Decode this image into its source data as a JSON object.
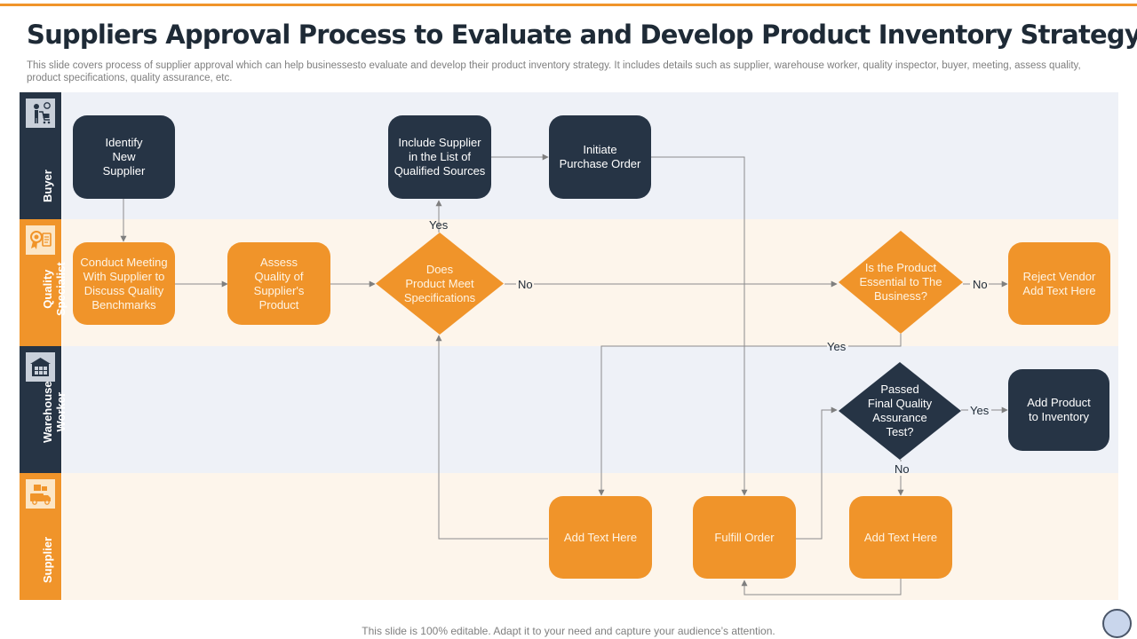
{
  "slide": {
    "title": "Suppliers Approval Process to Evaluate and Develop Product Inventory Strategy",
    "subtitle": "This slide covers process of supplier approval which can help businessesto evaluate and develop their product inventory strategy. It includes details such as supplier, warehouse worker, quality inspector, buyer, meeting, assess quality, product specifications, quality assurance, etc.",
    "footer": "This slide is 100% editable. Adapt it to your need and capture your audience’s attention."
  },
  "lanes": {
    "buyer": {
      "label": "Buyer",
      "icon": "buyer-cart-icon"
    },
    "quality": {
      "label": "Quality\nSpecialist",
      "icon": "quality-badge-icon"
    },
    "warehouse": {
      "label": "Warehouse\nWorker",
      "icon": "warehouse-icon"
    },
    "supplier": {
      "label": "Supplier",
      "icon": "supplier-truck-icon"
    }
  },
  "nodes": {
    "identify": "Identify\nNew\nSupplier",
    "include": "Include Supplier\nin the List of\nQualified Sources",
    "initiate": "Initiate\nPurchase Order",
    "conduct": "Conduct Meeting\nWith Supplier to\nDiscuss Quality\nBenchmarks",
    "assess": "Assess\nQuality of\nSupplier's\nProduct",
    "meet_specs": "Does\nProduct Meet\nSpecifications",
    "essential": "Is the Product\nEssential to The\nBusiness?",
    "reject": "Reject Vendor\nAdd Text Here",
    "passed": "Passed\nFinal Quality\nAssurance\nTest?",
    "add_inventory": "Add Product\nto Inventory",
    "add_text_1": "Add Text Here",
    "fulfill": "Fulfill Order",
    "add_text_2": "Add Text Here"
  },
  "edge_labels": {
    "specs_yes": "Yes",
    "specs_no": "No",
    "essential_no": "No",
    "essential_yes": "Yes",
    "passed_yes": "Yes",
    "passed_no": "No"
  },
  "colors": {
    "navy": "#263445",
    "orange": "#F0942A",
    "lane_blue": "#EEF1F7",
    "lane_cream": "#FDF5EB"
  }
}
